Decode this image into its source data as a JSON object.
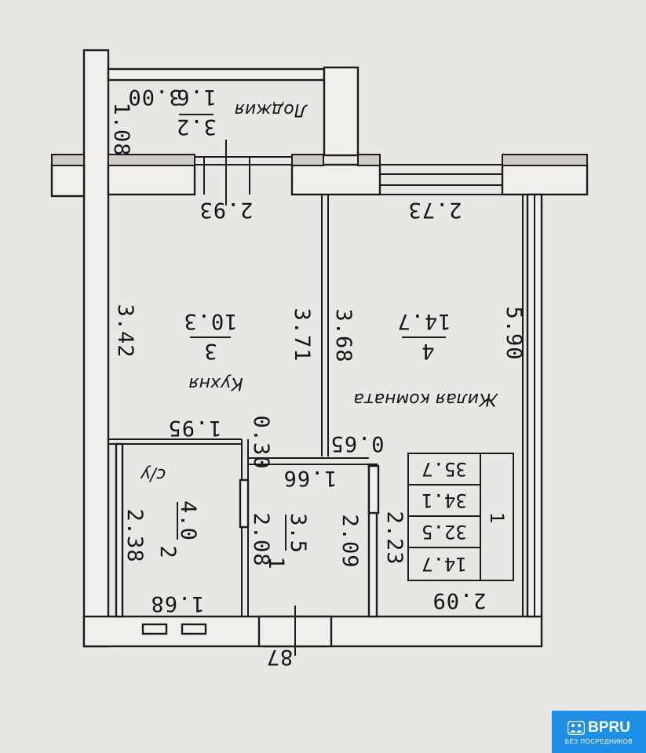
{
  "rooms": [
    {
      "name": "Лоджия",
      "number": "",
      "area": "",
      "dims": [
        "3.2",
        "1.6",
        "3.00",
        "1.08"
      ]
    },
    {
      "name": "Кухня",
      "number": "3",
      "area": "10.3",
      "dims": [
        "3.42",
        "3.71",
        "2.93",
        "1.95"
      ]
    },
    {
      "name": "Жилая комната",
      "number": "4",
      "area": "14.7",
      "dims": [
        "3.68",
        "5.90",
        "2.73",
        "2.09"
      ]
    },
    {
      "name": "с/у",
      "number": "2",
      "area": "4.0",
      "dims": [
        "2.38",
        "1.68"
      ]
    },
    {
      "name": "",
      "number": "1",
      "area": "3.5",
      "dims": [
        "2.08",
        "2.09",
        "1.66"
      ]
    }
  ],
  "extra_dims": [
    "0.30",
    "0.65",
    "2.23"
  ],
  "apartment_number": "87",
  "summary_table": {
    "index": "1",
    "values": [
      "35.7",
      "34.1",
      "32.5",
      "14.7"
    ]
  },
  "logo": {
    "mark": "BPRU",
    "tagline": "БЕЗ ПОСРЕДНИКОВ",
    "icon": "people-icon"
  },
  "colors": {
    "paper": "#e9e7e4",
    "line": "#1c1c1c",
    "hatch": "#cfcac3",
    "logo_bg": "#1d8fe6"
  }
}
